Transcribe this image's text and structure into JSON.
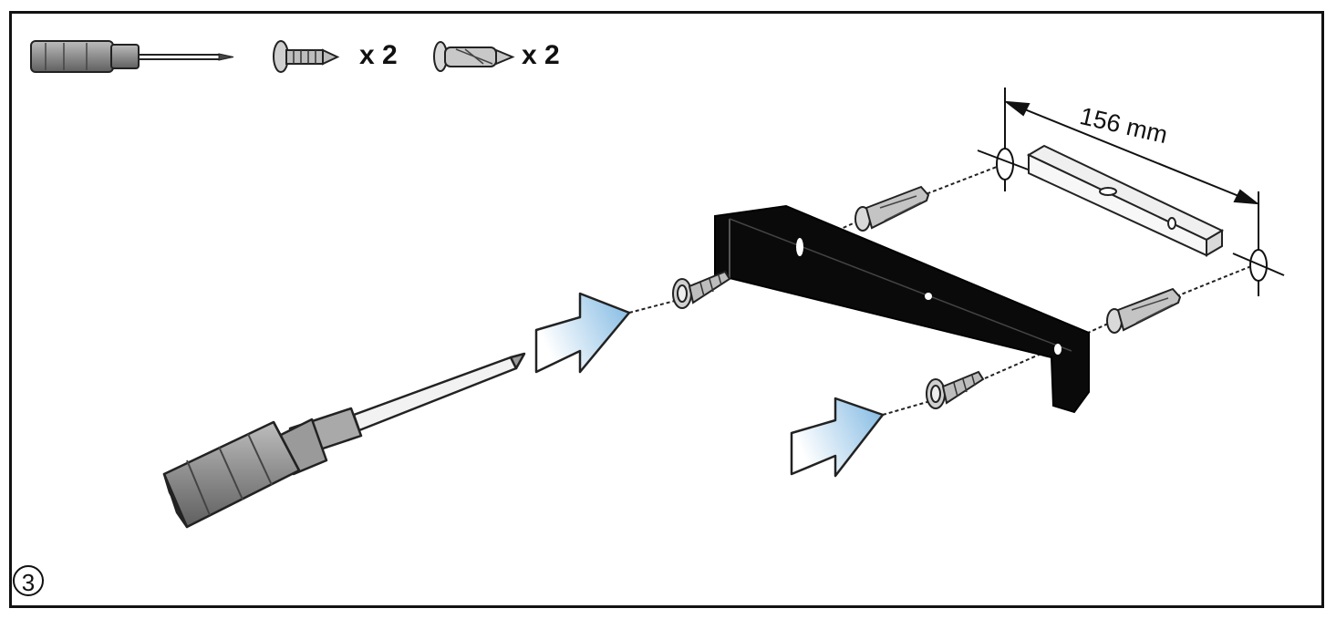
{
  "toolbar": {
    "screw_qty": "x 2",
    "anchor_qty": "x 2"
  },
  "dimension": {
    "label": "156 mm"
  },
  "step": {
    "number": "3"
  },
  "icons": {
    "screwdriver": "screwdriver-icon",
    "screw": "screw-icon",
    "wall_anchor": "wall-anchor-icon",
    "spirit_level": "spirit-level-icon",
    "bracket": "mounting-bracket-icon",
    "arrow": "push-arrow-icon"
  },
  "colors": {
    "arrow_fill_start": "#8ec3e8",
    "arrow_fill_end": "#ffffff",
    "tool_gray": "#8a8a8a",
    "bracket_black": "#0a0a0a"
  }
}
